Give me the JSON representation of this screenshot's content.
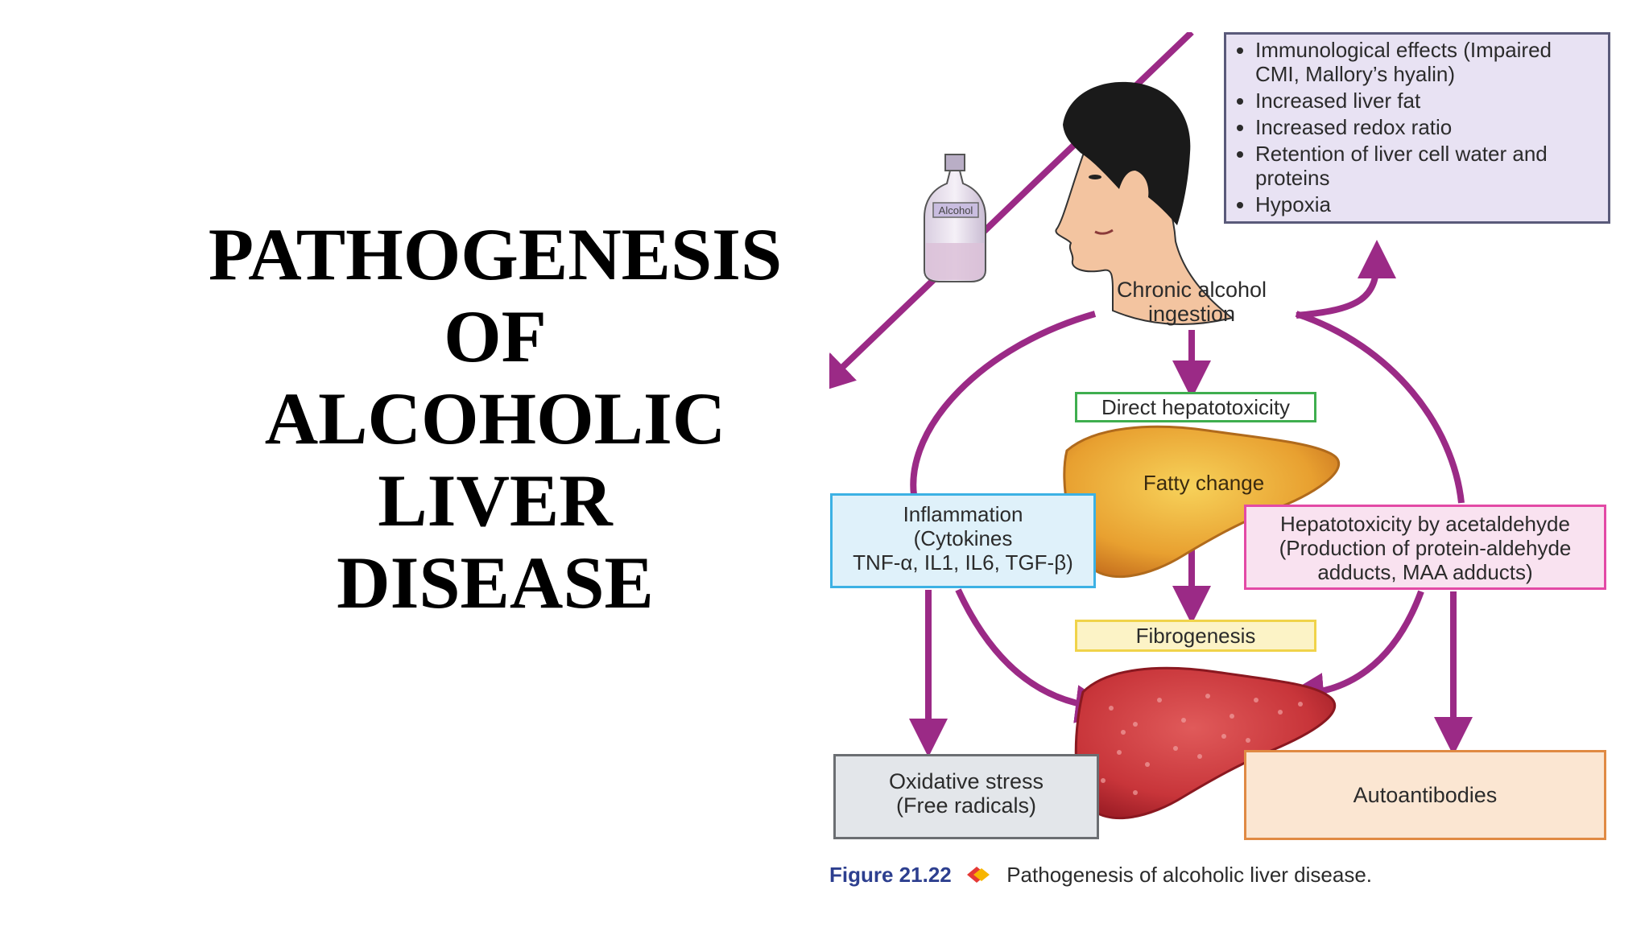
{
  "title": {
    "lines": [
      "PATHOGENESIS",
      "OF",
      "ALCOHOLIC",
      "LIVER",
      "DISEASE"
    ]
  },
  "diagram": {
    "bottle_label": "Alcohol",
    "effects": [
      "Immunological effects (Impaired CMI, Mallory’s hyalin)",
      "Increased liver fat",
      "Increased redox ratio",
      "Retention of liver cell water and proteins",
      "Hypoxia"
    ],
    "chronic_line1": "Chronic alcohol",
    "chronic_line2": "ingestion",
    "direct": "Direct hepatotoxicity",
    "fatty": "Fatty change",
    "inflammation_line1": "Inflammation",
    "inflammation_line2": "(Cytokines",
    "inflammation_line3": "TNF-α, IL1, IL6, TGF-β)",
    "acet_line1": "Hepatotoxicity by acetaldehyde",
    "acet_line2": "(Production of protein-aldehyde",
    "acet_line3": "adducts, MAA adducts)",
    "fibrogenesis": "Fibrogenesis",
    "oxidative_line1": "Oxidative stress",
    "oxidative_line2": "(Free radicals)",
    "autoantibodies": "Autoantibodies",
    "caption_number": "Figure 21.22",
    "caption_text": "Pathogenesis of alcoholic liver disease."
  },
  "colors": {
    "arrow": "#9b2a86",
    "effects_bg": "#e8e2f3",
    "direct_border": "#3fae4f",
    "inflammation_border": "#3cb1e4",
    "acet_border": "#e34aa6",
    "fibro_border": "#f0d34a",
    "oxid_border": "#6b6e72",
    "auto_border": "#e08a44",
    "caption_blue": "#2d3f8f"
  }
}
